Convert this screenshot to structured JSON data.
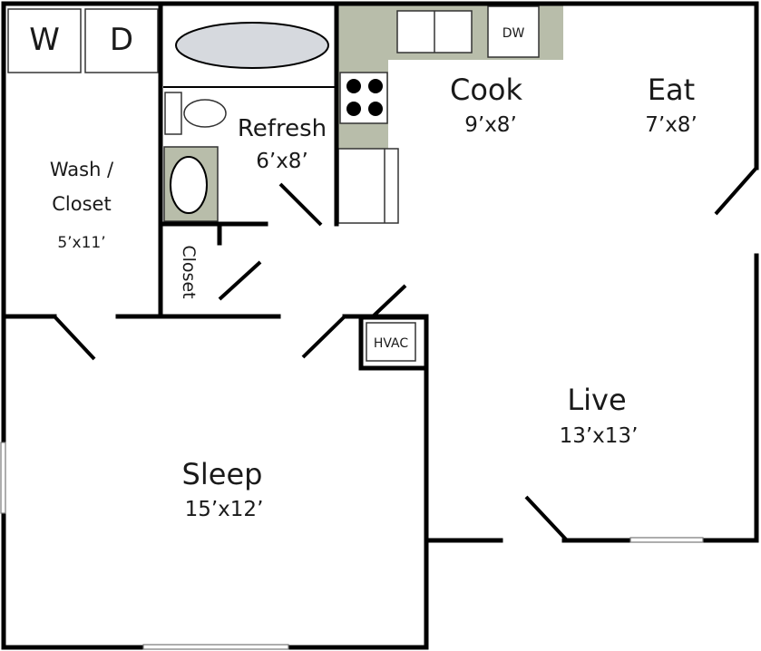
{
  "rooms": {
    "cook": {
      "name": "Cook",
      "size": "9’x8’"
    },
    "eat": {
      "name": "Eat",
      "size": "7’x8’"
    },
    "refresh": {
      "name": "Refresh",
      "size": "6’x8’"
    },
    "wash": {
      "name_line1": "Wash /",
      "name_line2": "Closet",
      "size": "5’x11’"
    },
    "closet": {
      "name": "Closet"
    },
    "live": {
      "name": "Live",
      "size": "13’x13’"
    },
    "sleep": {
      "name": "Sleep",
      "size": "15’x12’"
    }
  },
  "appliances": {
    "washer": "W",
    "dryer": "D",
    "dishwasher": "DW",
    "hvac": "HVAC"
  },
  "colors": {
    "wall": "#000000",
    "counter": "#b8bdaa",
    "background": "#ffffff"
  }
}
